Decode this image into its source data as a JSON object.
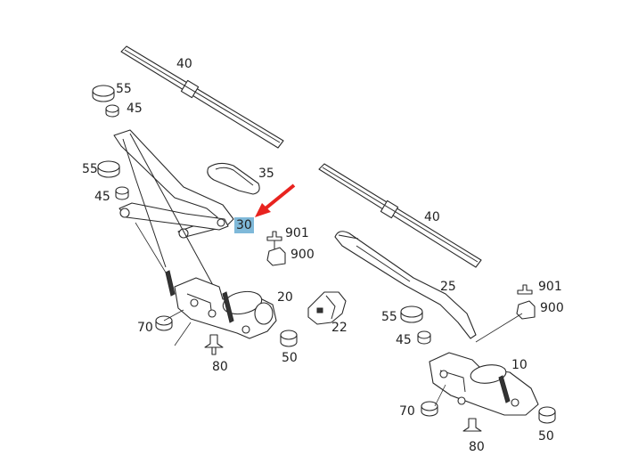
{
  "callouts": {
    "blade_left": "40",
    "blade_right": "40",
    "grommet_55_top": "55",
    "nut_45_top": "45",
    "grommet_55_mid": "55",
    "nut_45_mid": "45",
    "cover_35": "35",
    "linkage_30": "30",
    "bolt_901_left": "901",
    "bracket_900_left": "900",
    "motor_20": "20",
    "connector_22": "22",
    "washer_70_left": "70",
    "bolt_80_left": "80",
    "nut_50_left": "50",
    "arm_25": "25",
    "bolt_901_right": "901",
    "bracket_900_right": "900",
    "grommet_55_right": "55",
    "nut_45_right": "45",
    "motor_10": "10",
    "washer_70_right": "70",
    "bolt_80_right": "80",
    "nut_50_right": "50"
  },
  "highlight_color": "#7fb9d9",
  "arrow_color": "#e8231f"
}
